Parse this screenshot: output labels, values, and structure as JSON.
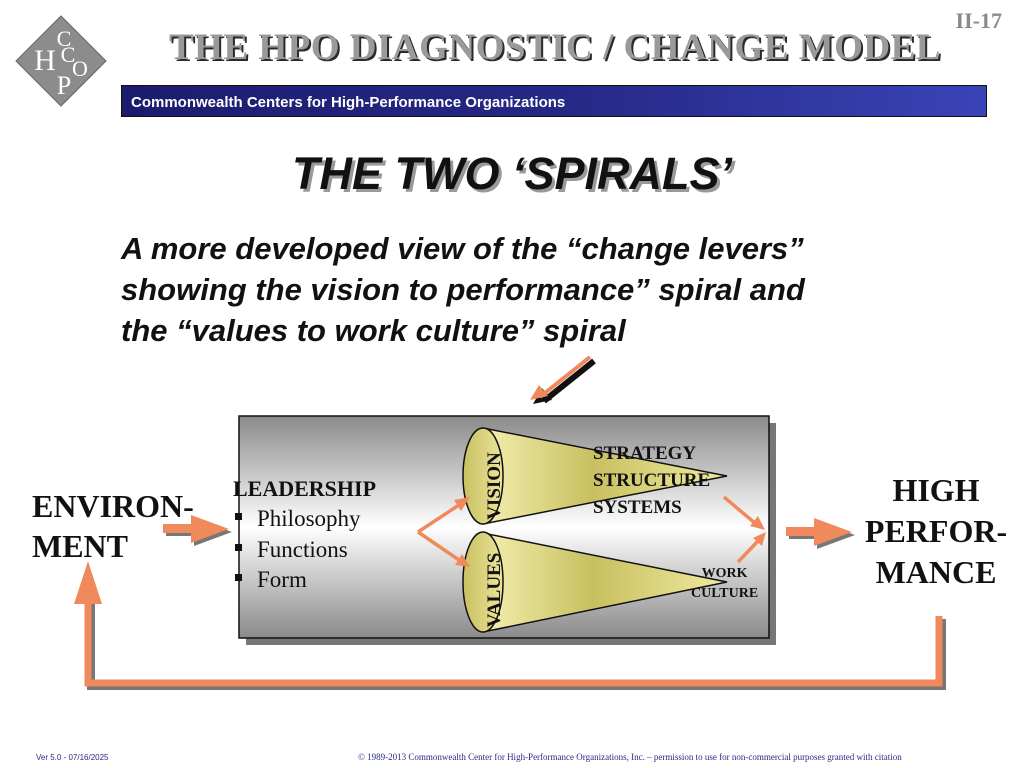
{
  "page_number": "II-17",
  "logo": {
    "letters": [
      "C",
      "H",
      "C",
      "P",
      "O"
    ]
  },
  "header": {
    "title": "THE HPO DIAGNOSTIC / CHANGE MODEL",
    "banner": "Commonwealth Centers for High-Performance Organizations"
  },
  "subtitle": "THE TWO ‘SPIRALS’",
  "description": "A more developed view of  the “change levers” showing the vision to performance” spiral and the “values to work culture” spiral",
  "diagram": {
    "environment": [
      "ENVIRON-",
      "MENT"
    ],
    "high_performance": [
      "HIGH",
      "PERFOR-",
      "MANCE"
    ],
    "leadership": {
      "title": "LEADERSHIP",
      "items": [
        "Philosophy",
        "Functions",
        "Form"
      ]
    },
    "vision_label": "VISION",
    "values_label": "VALUES",
    "strategy_items": [
      "STRATEGY",
      "STRUCTURE",
      "SYSTEMS"
    ],
    "work_culture": [
      "WORK",
      "CULTURE"
    ]
  },
  "colors": {
    "arrow": "#f08a5d",
    "banner": "#262a88",
    "cone": "#e8e08a"
  },
  "footer": {
    "version": "Ver 5.0 - 07/16/2025",
    "copyright": "© 1989-2013 Commonwealth Center for High-Performance Organizations, Inc. – permission to use for non-commercial purposes granted with citation"
  }
}
